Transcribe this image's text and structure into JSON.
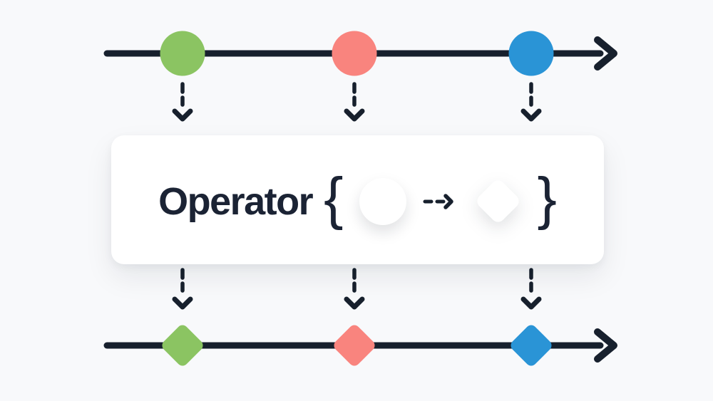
{
  "page": {
    "background": "#f8f9fb"
  },
  "colors": {
    "stroke": "#17202d",
    "text": "#1b2334",
    "green": "#8bc462",
    "red": "#f9847e",
    "blue": "#2a94d6",
    "white": "#ffffff"
  },
  "operator_card": {
    "label": "Operator",
    "brace_open": "{",
    "brace_close": "}",
    "background": "#ffffff",
    "input_shape": "circle",
    "output_shape": "diamond"
  },
  "input_stream": {
    "shape": "circle",
    "marbles": [
      "green",
      "red",
      "blue"
    ]
  },
  "output_stream": {
    "shape": "diamond",
    "marbles": [
      "green",
      "red",
      "blue"
    ]
  }
}
